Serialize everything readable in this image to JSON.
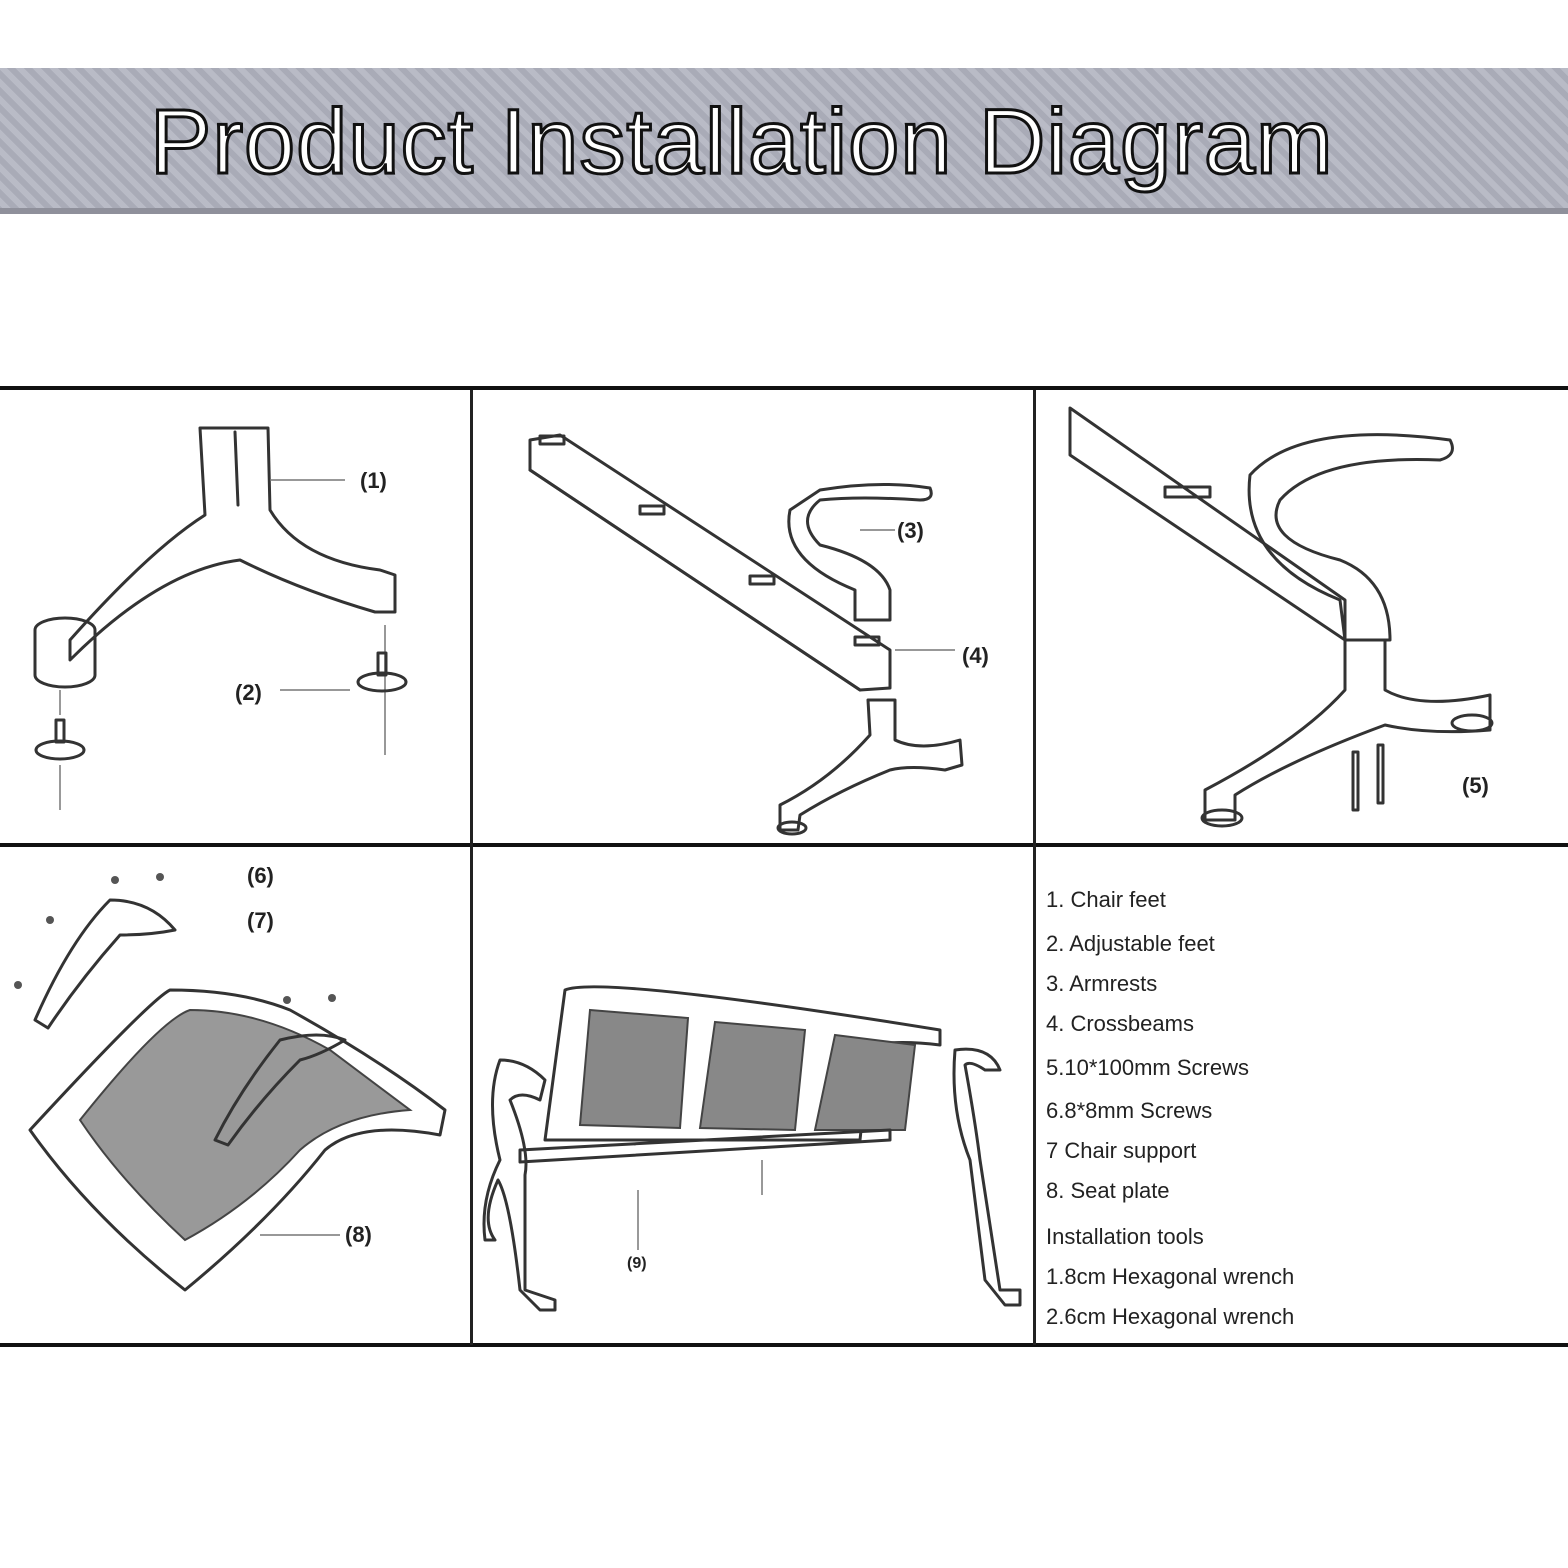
{
  "title": "Product Installation Diagram",
  "callouts": [
    "(1)",
    "(2)",
    "(3)",
    "(4)",
    "(5)",
    "(6)",
    "(7)",
    "(8)",
    "(9)"
  ],
  "parts": [
    "1. Chair feet",
    "2. Adjustable feet",
    "3. Armrests",
    "4. Crossbeams",
    "5.10*100mm Screws",
    "6.8*8mm Screws",
    "7 Chair support",
    "8. Seat plate"
  ],
  "tools_heading": "Installation tools",
  "tools": [
    "1.8cm Hexagonal wrench",
    "2.6cm Hexagonal wrench"
  ]
}
